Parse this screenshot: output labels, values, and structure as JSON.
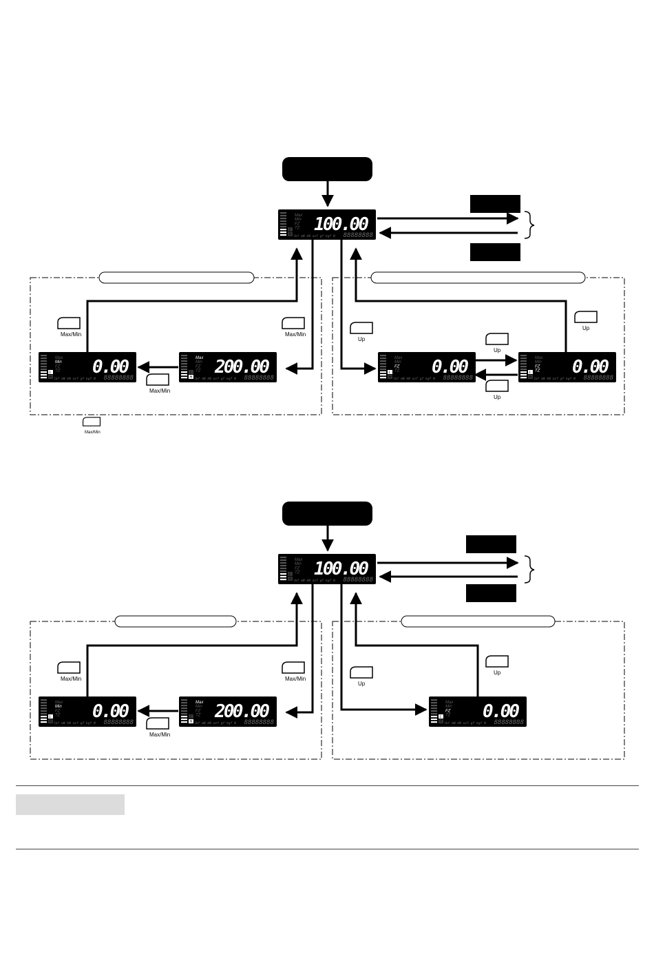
{
  "colors": {
    "display_bg": "#000000",
    "display_text": "#ffffff",
    "dim_segment": "#6a6a6a",
    "frame": "#000000",
    "footer_box": "#dcdcdc"
  },
  "display_labels": {
    "max": "Max",
    "min": "Min",
    "fz": "FZ",
    "tz": "TZ",
    "lo": "L",
    "hi": "H",
    "units_row": "lbf  mN  kN  ozf  gf  kgf  N",
    "aux": "88888888"
  },
  "buttons": {
    "max_min": "Max/Min",
    "up": "Up"
  },
  "diagram1": {
    "main": {
      "value": "100.00",
      "lit": []
    },
    "peak": {
      "value": "200.00",
      "lit": [
        "max",
        "hi"
      ]
    },
    "valley": {
      "value": "0.00",
      "lit": [
        "min",
        "lo"
      ]
    },
    "fz": {
      "value": "0.00",
      "lit": [
        "fz",
        "lo"
      ]
    },
    "tz": {
      "value": "0.00",
      "lit": [
        "fz",
        "tz",
        "lo"
      ]
    }
  },
  "diagram2": {
    "main": {
      "value": "100.00",
      "lit": []
    },
    "peak": {
      "value": "200.00",
      "lit": [
        "max",
        "hi"
      ]
    },
    "valley": {
      "value": "0.00",
      "lit": [
        "min",
        "lo"
      ]
    },
    "fz": {
      "value": "0.00",
      "lit": [
        "fz",
        "lo"
      ]
    }
  }
}
